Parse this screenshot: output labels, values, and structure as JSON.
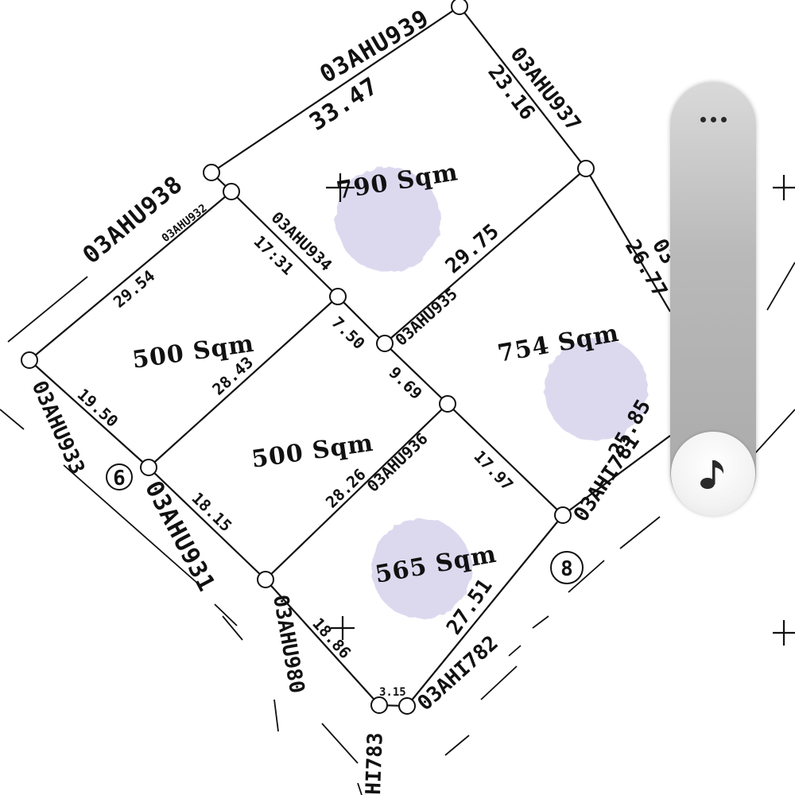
{
  "plots": [
    {
      "area": "790 Sqm"
    },
    {
      "area": "500 Sqm"
    },
    {
      "area": "754 Sqm"
    },
    {
      "area": "500 Sqm"
    },
    {
      "area": "565 Sqm"
    }
  ],
  "markers": {
    "m6": "6",
    "m8": "8"
  },
  "dimensions": {
    "d1": "33.47",
    "d2": "23.16",
    "d3": "29.54",
    "d4": "17:31",
    "d5": "29.75",
    "d6": "26.77",
    "d7": "7.50",
    "d8": "28.43",
    "d9": "19.50",
    "d10": "9.69",
    "d11": "25.85",
    "d12": "28.26",
    "d13": "17.97",
    "d14": "18.15",
    "d15": "27.51",
    "d16": "18.86",
    "d17": "3.15"
  },
  "points": {
    "p939": "03AHU939",
    "p937": "03AHU937",
    "p938": "03AHU938",
    "p932": "03AHU932",
    "p934": "03AHU934",
    "p935": "03AHU935",
    "p933": "03AHU933",
    "p936": "03AHU936",
    "p931": "03AHU931",
    "p781": "03AHI781",
    "p980": "03AHU980",
    "p782": "03AHI782",
    "p783": "HI783",
    "p03": "03"
  },
  "colors": {
    "blob": "#dcd9ef",
    "ink": "#111111",
    "panel": "#b9b9b9"
  },
  "panel": {
    "more_icon": "more-horizontal-icon",
    "music_icon": "music-note-icon"
  }
}
